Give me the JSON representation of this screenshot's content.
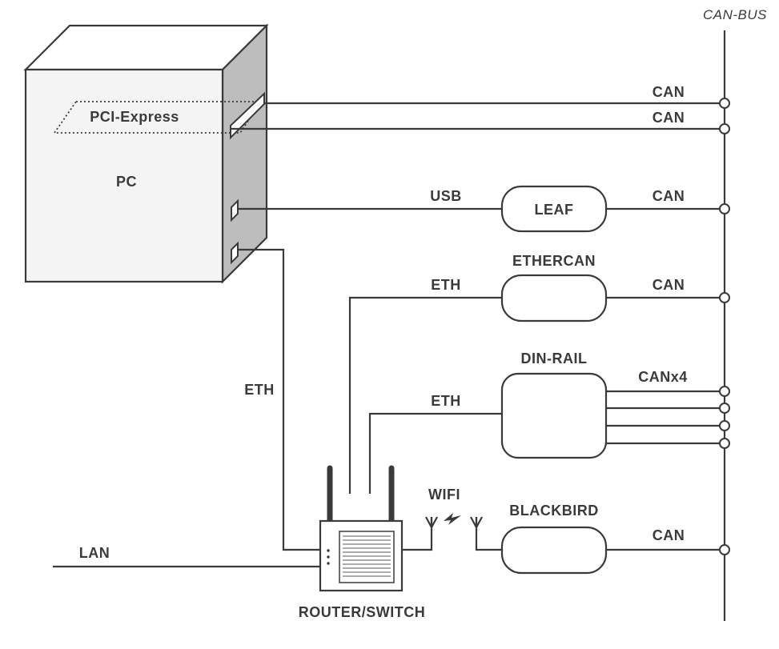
{
  "bus": {
    "label": "CAN-BUS"
  },
  "pc": {
    "label": "PC",
    "card_label": "PCI-Express"
  },
  "devices": {
    "leaf": "LEAF",
    "ethercan": "ETHERCAN",
    "dinrail": "DIN-RAIL",
    "blackbird": "BLACKBIRD",
    "router": "ROUTER/SWITCH"
  },
  "links": {
    "pci_can_1": "CAN",
    "pci_can_2": "CAN",
    "leaf_usb": "USB",
    "leaf_can": "CAN",
    "ethercan_eth": "ETH",
    "ethercan_can": "CAN",
    "dinrail_eth": "ETH",
    "dinrail_can": "CANx4",
    "pc_eth": "ETH",
    "wifi": "WIFI",
    "blackbird_can": "CAN",
    "lan": "LAN"
  },
  "colors": {
    "line": "#3a3a3a",
    "pc_side": "#bdbdbd",
    "pc_front": "#f4f4f4"
  }
}
